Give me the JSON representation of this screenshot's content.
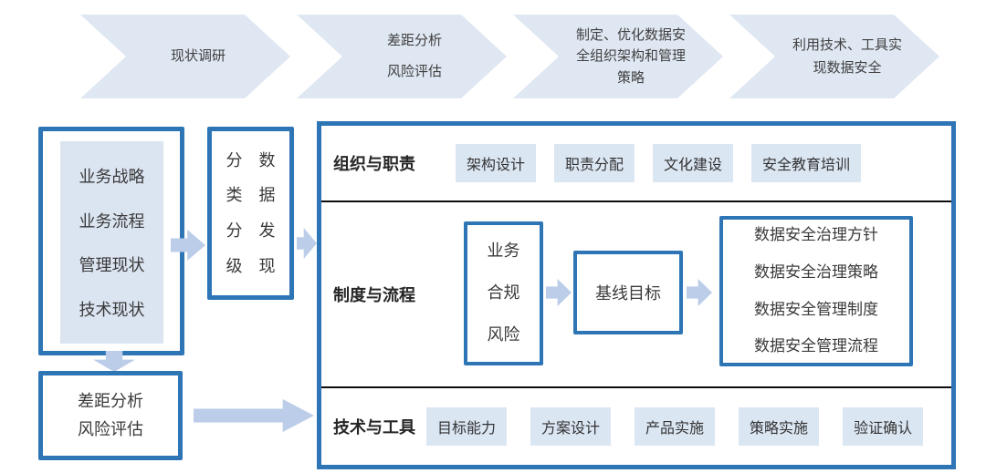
{
  "colors": {
    "border_blue": "#2e75b6",
    "chip_fill": "#dbe6f3",
    "chevron_fill": "#dfe7f2",
    "arrow_fill": "#bccde9",
    "divider": "#0d0d0d",
    "text_dark": "#3a3a3a"
  },
  "process_band": {
    "steps": [
      {
        "label": "现状调研"
      },
      {
        "label": "差距分析\n风险评估"
      },
      {
        "label": "制定、优化数据安\n全组织架构和管理\n策略"
      },
      {
        "label": "利用技术、工具实\n现数据安全"
      }
    ]
  },
  "left_column": {
    "current_state_box": {
      "items": [
        "业务战略",
        "业务流程",
        "管理现状",
        "技术现状"
      ]
    },
    "data_discovery_box": {
      "lines": "分　数\n类　据\n分　发\n级　现"
    },
    "gap_analysis_box": {
      "lines": "差距分析\n风险评估"
    }
  },
  "main_panel": {
    "rows": [
      {
        "label": "组织与职责",
        "chips": [
          "架构设计",
          "职责分配",
          "文化建设",
          "安全教育培训"
        ]
      },
      {
        "label": "制度与流程",
        "risk_box": {
          "lines": "业务\n合规\n风险"
        },
        "baseline_box": {
          "label": "基线目标"
        },
        "policy_box": {
          "lines": "数据安全治理方针\n数据安全治理策略\n数据安全管理制度\n数据安全管理流程"
        }
      },
      {
        "label": "技术与工具",
        "chips": [
          "目标能力",
          "方案设计",
          "产品实施",
          "策略实施",
          "验证确认"
        ]
      }
    ]
  }
}
